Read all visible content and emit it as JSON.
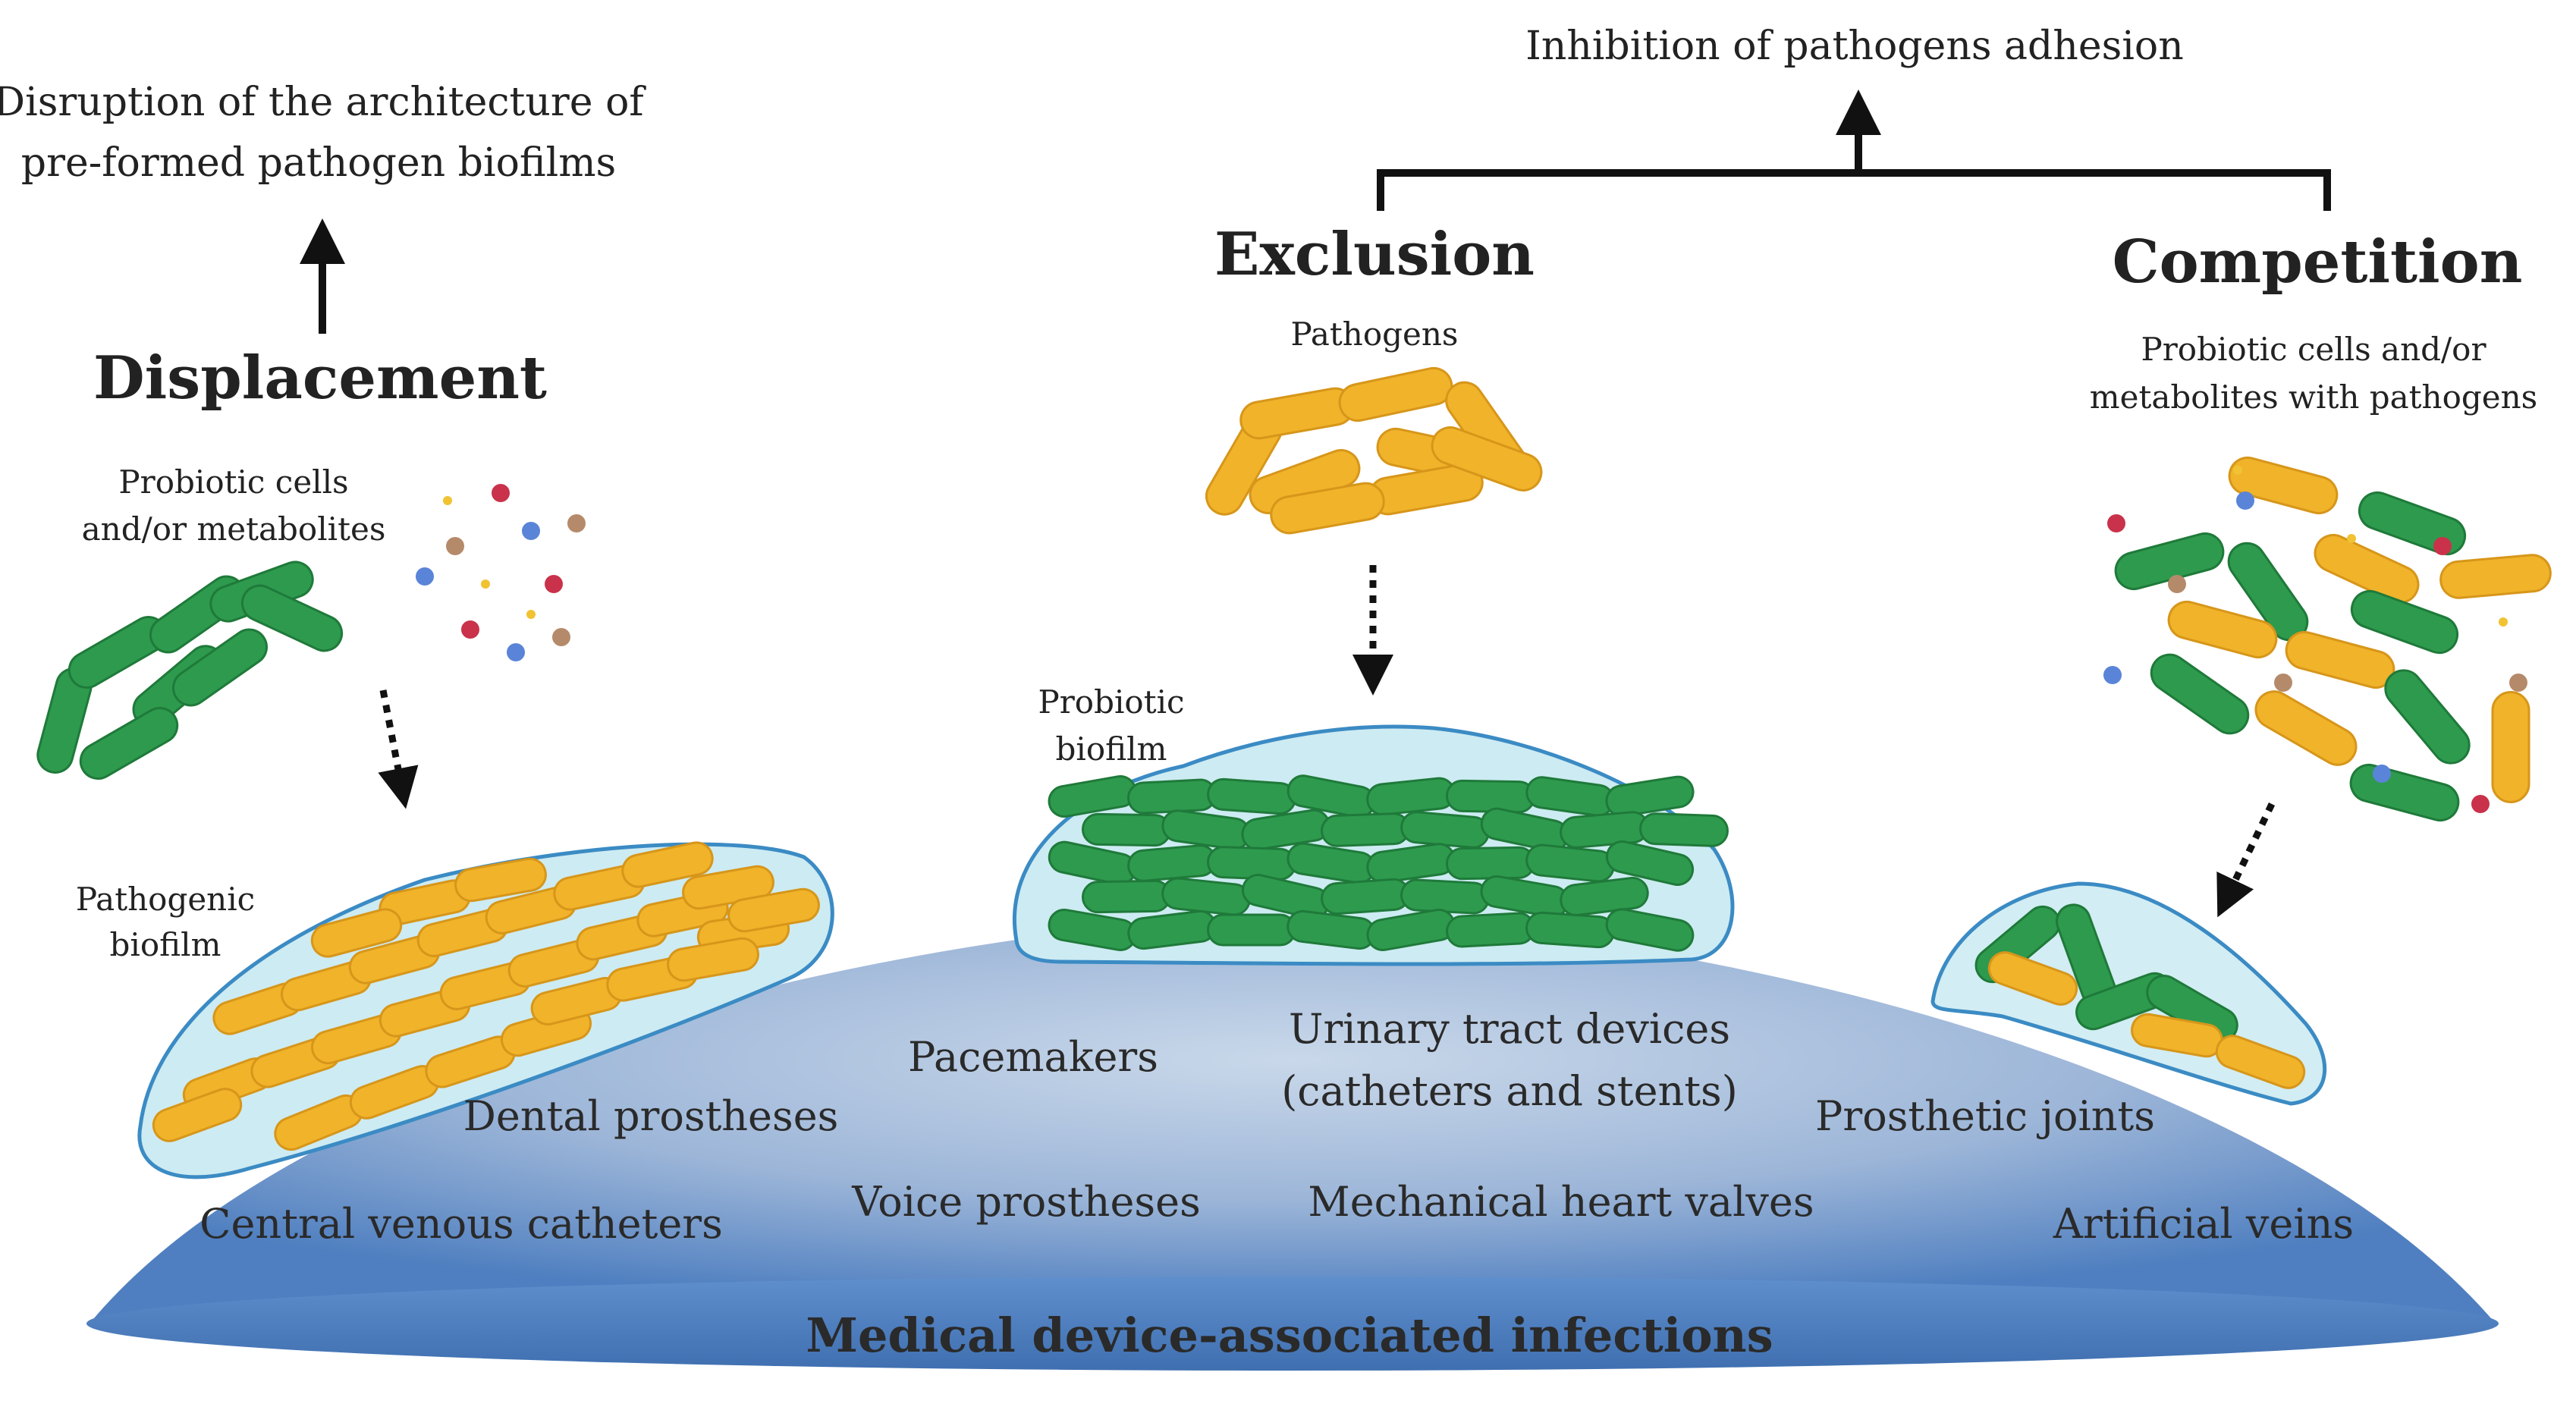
{
  "outcomes": {
    "displacement_effect_line1": "Disruption of the architecture of",
    "displacement_effect_line2": "pre-formed pathogen biofilms",
    "shared_effect": "Inhibition of pathogens adhesion"
  },
  "mechanisms": {
    "displacement": {
      "title": "Displacement",
      "agent_line1": "Probiotic cells",
      "agent_line2": "and/or metabolites",
      "target_line1": "Pathogenic",
      "target_line2": "biofilm"
    },
    "exclusion": {
      "title": "Exclusion",
      "agent": "Pathogens",
      "target_line1": "Probiotic",
      "target_line2": "biofilm"
    },
    "competition": {
      "title": "Competition",
      "agent_line1": "Probiotic cells and/or",
      "agent_line2": "metabolites with pathogens"
    }
  },
  "devices": {
    "dental": "Dental prostheses",
    "pacemakers": "Pacemakers",
    "urinary_line1": "Urinary tract devices",
    "urinary_line2": "(catheters and stents)",
    "prosthetic_joints": "Prosthetic joints",
    "central_venous": "Central venous catheters",
    "voice": "Voice prostheses",
    "heart_valves": "Mechanical heart valves",
    "artificial_veins": "Artificial veins"
  },
  "footer": "Medical device-associated infections",
  "colors": {
    "probiotic": "#2e9a4e",
    "pathogen": "#f0b32a",
    "matrix": "#cdebf2",
    "matrix_outline": "#3b8bc4",
    "device_center": "#c9d8ea",
    "device_edge": "#4f7fc0"
  }
}
